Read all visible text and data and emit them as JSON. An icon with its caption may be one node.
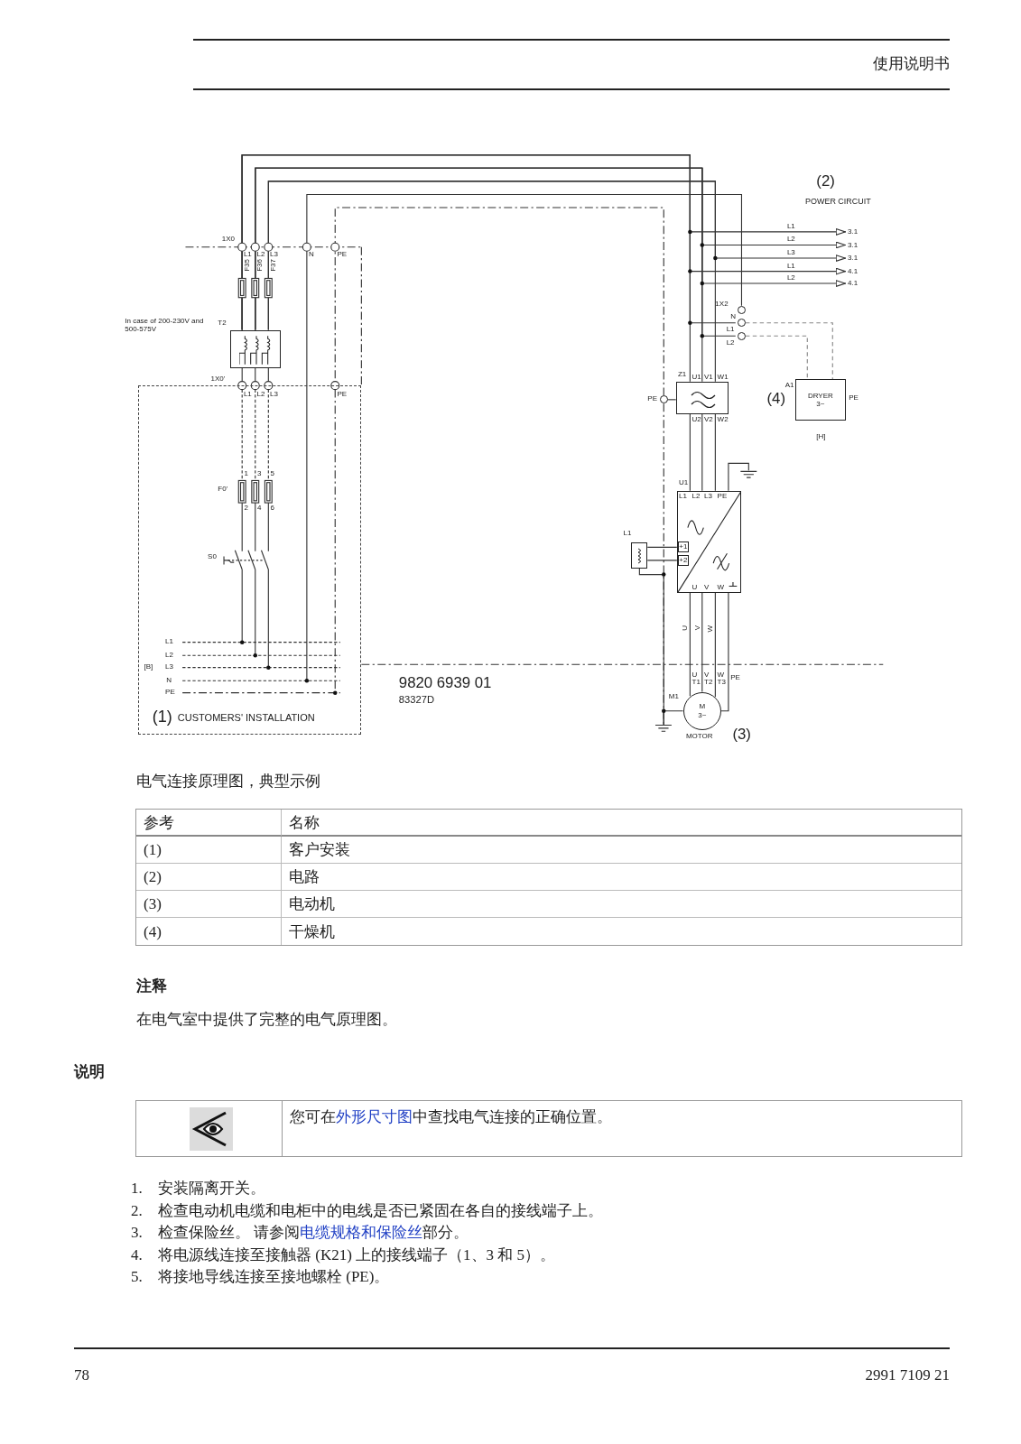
{
  "diagram": {
    "caption": "电气连接原理图，典型示例",
    "nodes": [
      {
        "text": [
          "(1)",
          "CUSTOMERS' INSTALLATION"
        ]
      },
      {
        "text": [],
        "shape": "box",
        "beside": [
          "T2"
        ]
      },
      {
        "text": [],
        "shape": "box",
        "beside": [
          "Z1",
          "U1",
          "V1",
          "W1",
          "U2",
          "V2",
          "W2"
        ]
      },
      {
        "text": [],
        "shape": "circle"
      },
      {
        "text": [],
        "shape": "circle"
      },
      {
        "text": [
          "DRYER",
          "3~"
        ],
        "beside": [
          "A1",
          "(4)",
          "PE",
          "[H]"
        ]
      },
      {
        "text": [
          "L1",
          "L2",
          "L3",
          "PE",
          "+1",
          "+2",
          "U",
          "V",
          "W"
        ],
        "beside": [
          "U1"
        ]
      },
      {
        "text": [],
        "shape": "box",
        "beside": [
          "L1"
        ]
      },
      {
        "text": [
          "M",
          "3~"
        ],
        "beside": [
          "U",
          "T1",
          "V",
          "T2",
          "W",
          "T3",
          "PE",
          "M1",
          "MOTOR",
          "(3)"
        ]
      },
      {
        "text": [],
        "shape": "circle",
        "beside": [
          "PE"
        ]
      },
      {
        "text": [],
        "shape": "ground"
      },
      {
        "text": [
          "3.1"
        ]
      },
      {
        "text": [
          "3.1"
        ]
      },
      {
        "text": [
          "3.1"
        ]
      },
      {
        "text": [
          "4.1"
        ]
      },
      {
        "text": [
          "4.1"
        ]
      },
      {
        "text": [],
        "shape": "circle"
      }
    ],
    "edges": [
      {
        "from": 1,
        "to": 2,
        "arrow": "none"
      },
      {
        "from": 1,
        "to": 2,
        "arrow": "none"
      },
      {
        "from": 1,
        "to": 2,
        "arrow": "none"
      },
      {
        "from": 1,
        "to": 0,
        "arrow": "other"
      },
      {
        "from": 1,
        "to": 0,
        "arrow": "other"
      },
      {
        "from": 1,
        "to": 0,
        "arrow": "other"
      },
      {
        "from": 2,
        "to": 6,
        "arrow": "none"
      },
      {
        "from": 2,
        "to": 6,
        "arrow": "none"
      },
      {
        "from": 2,
        "to": 6,
        "arrow": "none"
      },
      {
        "from": 6,
        "to": 8,
        "arrow": "none"
      },
      {
        "from": 6,
        "to": 8,
        "arrow": "none"
      },
      {
        "from": 6,
        "to": 8,
        "arrow": "none"
      },
      {
        "from": 6,
        "to": 8,
        "arrow": "none"
      },
      {
        "from": 7,
        "to": 6,
        "arrow": "none"
      },
      {
        "from": 7,
        "to": 6,
        "arrow": "none"
      },
      {
        "from": 4,
        "to": 5,
        "arrow": "none",
        "style": "dashed",
        "color": "#888888"
      },
      {
        "from": 16,
        "to": 5,
        "arrow": "none",
        "style": "dashed",
        "color": "#888888"
      },
      {
        "from": 9,
        "to": 0,
        "arrow": "other",
        "style": "dashed"
      },
      {
        "from": 9,
        "to": 2,
        "arrow": "none"
      },
      {
        "from": 9,
        "to": 10,
        "arrow": "none",
        "style": "dashed"
      },
      {
        "from": 8,
        "to": 10,
        "arrow": "none"
      },
      {
        "from": 7,
        "to": 10,
        "arrow": "none"
      },
      {
        "from": 1,
        "to": 11,
        "arrow": "to",
        "label": "L1"
      },
      {
        "from": 1,
        "to": 12,
        "arrow": "to",
        "label": "L2"
      },
      {
        "from": 1,
        "to": 13,
        "arrow": "to",
        "label": "L3"
      },
      {
        "from": 1,
        "to": 14,
        "arrow": "to",
        "label": "L1"
      },
      {
        "from": 1,
        "to": 15,
        "arrow": "to",
        "label": "L2"
      },
      {
        "from": 1,
        "to": 4,
        "arrow": "none"
      },
      {
        "from": 1,
        "to": 16,
        "arrow": "none"
      },
      {
        "from": 0,
        "to": 3,
        "arrow": "none"
      }
    ],
    "labels": [
      "使用说明书",
      "1X0",
      "L1",
      "L2",
      "L3",
      "N",
      "PE",
      "F35",
      "F36",
      "F37",
      "In case of 200-230V and 500-575V",
      "1X0'",
      "L1",
      "L2",
      "L3",
      "PE",
      "1",
      "3",
      "5",
      "F0'",
      "2",
      "4",
      "6",
      "S0",
      "L1",
      "L2",
      "[B]",
      "L3",
      "N",
      "PE",
      "9820 6939 01",
      "83327D",
      "(2)",
      "POWER CIRCUIT",
      "1X2",
      "N",
      "L1",
      "L2",
      "U",
      "V",
      "W",
      "参考",
      "名称",
      "(1)",
      "客户安装",
      "(2)",
      "电路",
      "(3)",
      "电动机",
      "(4)",
      "干燥机",
      "注释",
      "在电气室中提供了完整的电气原理图。",
      "说明",
      "您可在",
      "外形尺寸图",
      "中查找电气连接的正确位置。",
      "1.",
      "安装隔离开关。",
      "2.",
      "检查电动机电缆和电柜中的电线是否已紧固在各自的接线端子上。",
      "3.",
      "检查保险丝。 请参阅",
      "电缆规格和保险丝",
      "部分。",
      "4.",
      "将电源线连接至接触器 (K21) 上的接线端子（1、3 和 5）。",
      "5.",
      "将接地导线连接至接地螺栓 (PE)。",
      "78",
      "2991 7109 21"
    ]
  }
}
